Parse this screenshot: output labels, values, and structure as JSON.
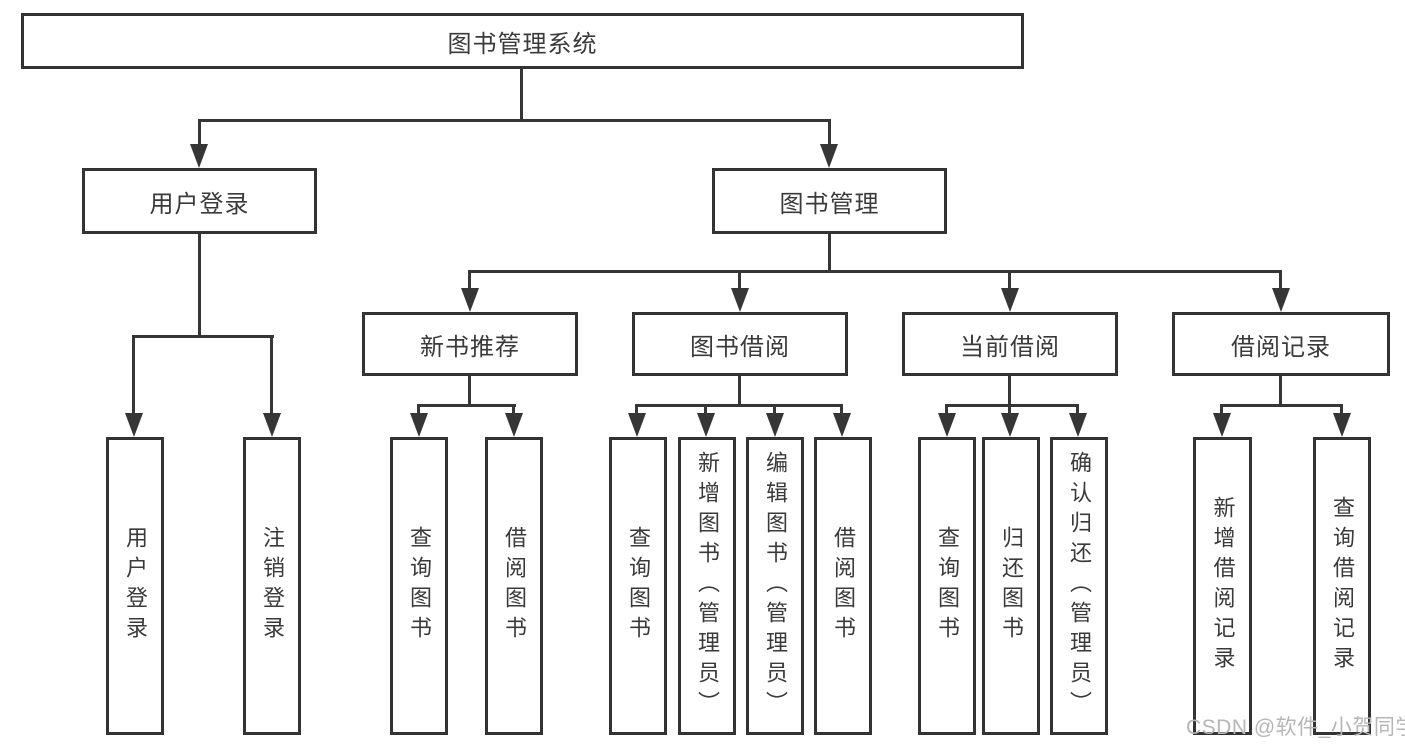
{
  "diagram": {
    "root": "图书管理系统",
    "user": {
      "label": "用户登录",
      "children": [
        "用户登录",
        "注销登录"
      ]
    },
    "book": {
      "label": "图书管理",
      "sections": [
        {
          "label": "新书推荐",
          "children": [
            "查询图书",
            "借阅图书"
          ]
        },
        {
          "label": "图书借阅",
          "children": [
            "查询图书",
            "新增图书（管理员）",
            "编辑图书（管理员）",
            "借阅图书"
          ]
        },
        {
          "label": "当前借阅",
          "children": [
            "查询图书",
            "归还图书",
            "确认归还（管理员）"
          ]
        },
        {
          "label": "借阅记录",
          "children": [
            "新增借阅记录",
            "查询借阅记录"
          ]
        }
      ]
    }
  },
  "watermark": "CSDN @软件_小贺同学",
  "colors": {
    "line": "#363636",
    "text": "#3a3a3a",
    "watermark": "#b6b6b6",
    "background": "#ffffff"
  }
}
